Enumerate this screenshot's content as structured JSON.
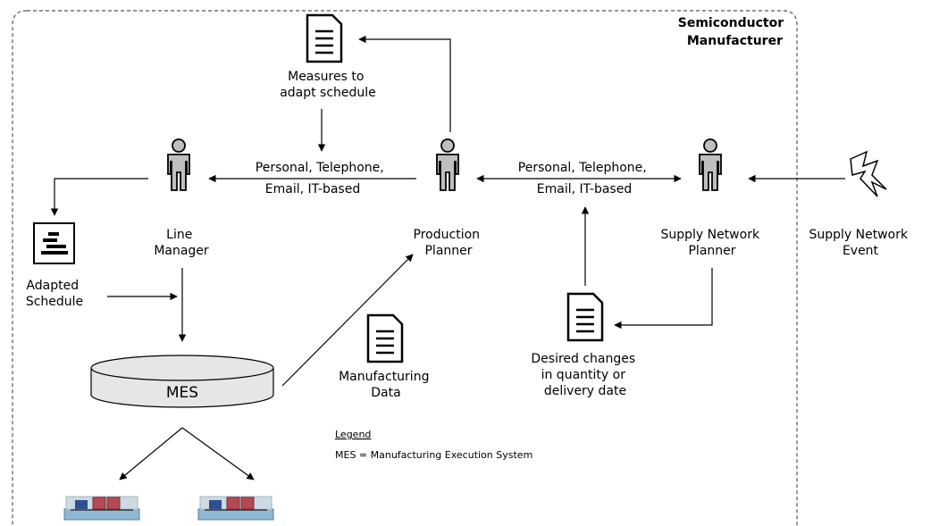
{
  "title": [
    "Semiconductor",
    "Manufacturer"
  ],
  "measures": [
    "Measures to",
    "adapt schedule"
  ],
  "comm_left": [
    "Personal, Telephone,",
    "Email, IT-based"
  ],
  "comm_right": [
    "Personal, Telephone,",
    "Email, IT-based"
  ],
  "line_manager": [
    "Line",
    "Manager"
  ],
  "production_planner": [
    "Production",
    "Planner"
  ],
  "supply_network_planner": [
    "Supply Network",
    "Planner"
  ],
  "supply_network_event": [
    "Supply Network",
    "Event"
  ],
  "adapted_schedule": [
    "Adapted",
    "Schedule"
  ],
  "mes_label": "MES",
  "manufacturing_data": [
    "Manufacturing",
    "Data"
  ],
  "desired_changes": [
    "Desired changes",
    "in quantity or",
    "delivery date"
  ],
  "legend": {
    "heading": "Legend",
    "entry": "MES =  Manufacturing Execution System"
  }
}
